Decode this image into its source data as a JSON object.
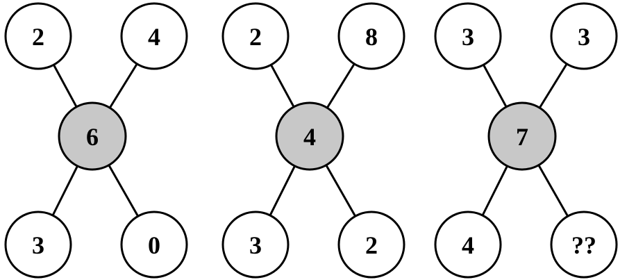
{
  "colors": {
    "center_fill": "#c8c8c8",
    "outer_fill": "#ffffff",
    "stroke": "#000000"
  },
  "puzzles": [
    {
      "center": "6",
      "top_left": "2",
      "top_right": "4",
      "bottom_left": "3",
      "bottom_right": "0"
    },
    {
      "center": "4",
      "top_left": "2",
      "top_right": "8",
      "bottom_left": "3",
      "bottom_right": "2"
    },
    {
      "center": "7",
      "top_left": "3",
      "top_right": "3",
      "bottom_left": "4",
      "bottom_right": "??"
    }
  ]
}
